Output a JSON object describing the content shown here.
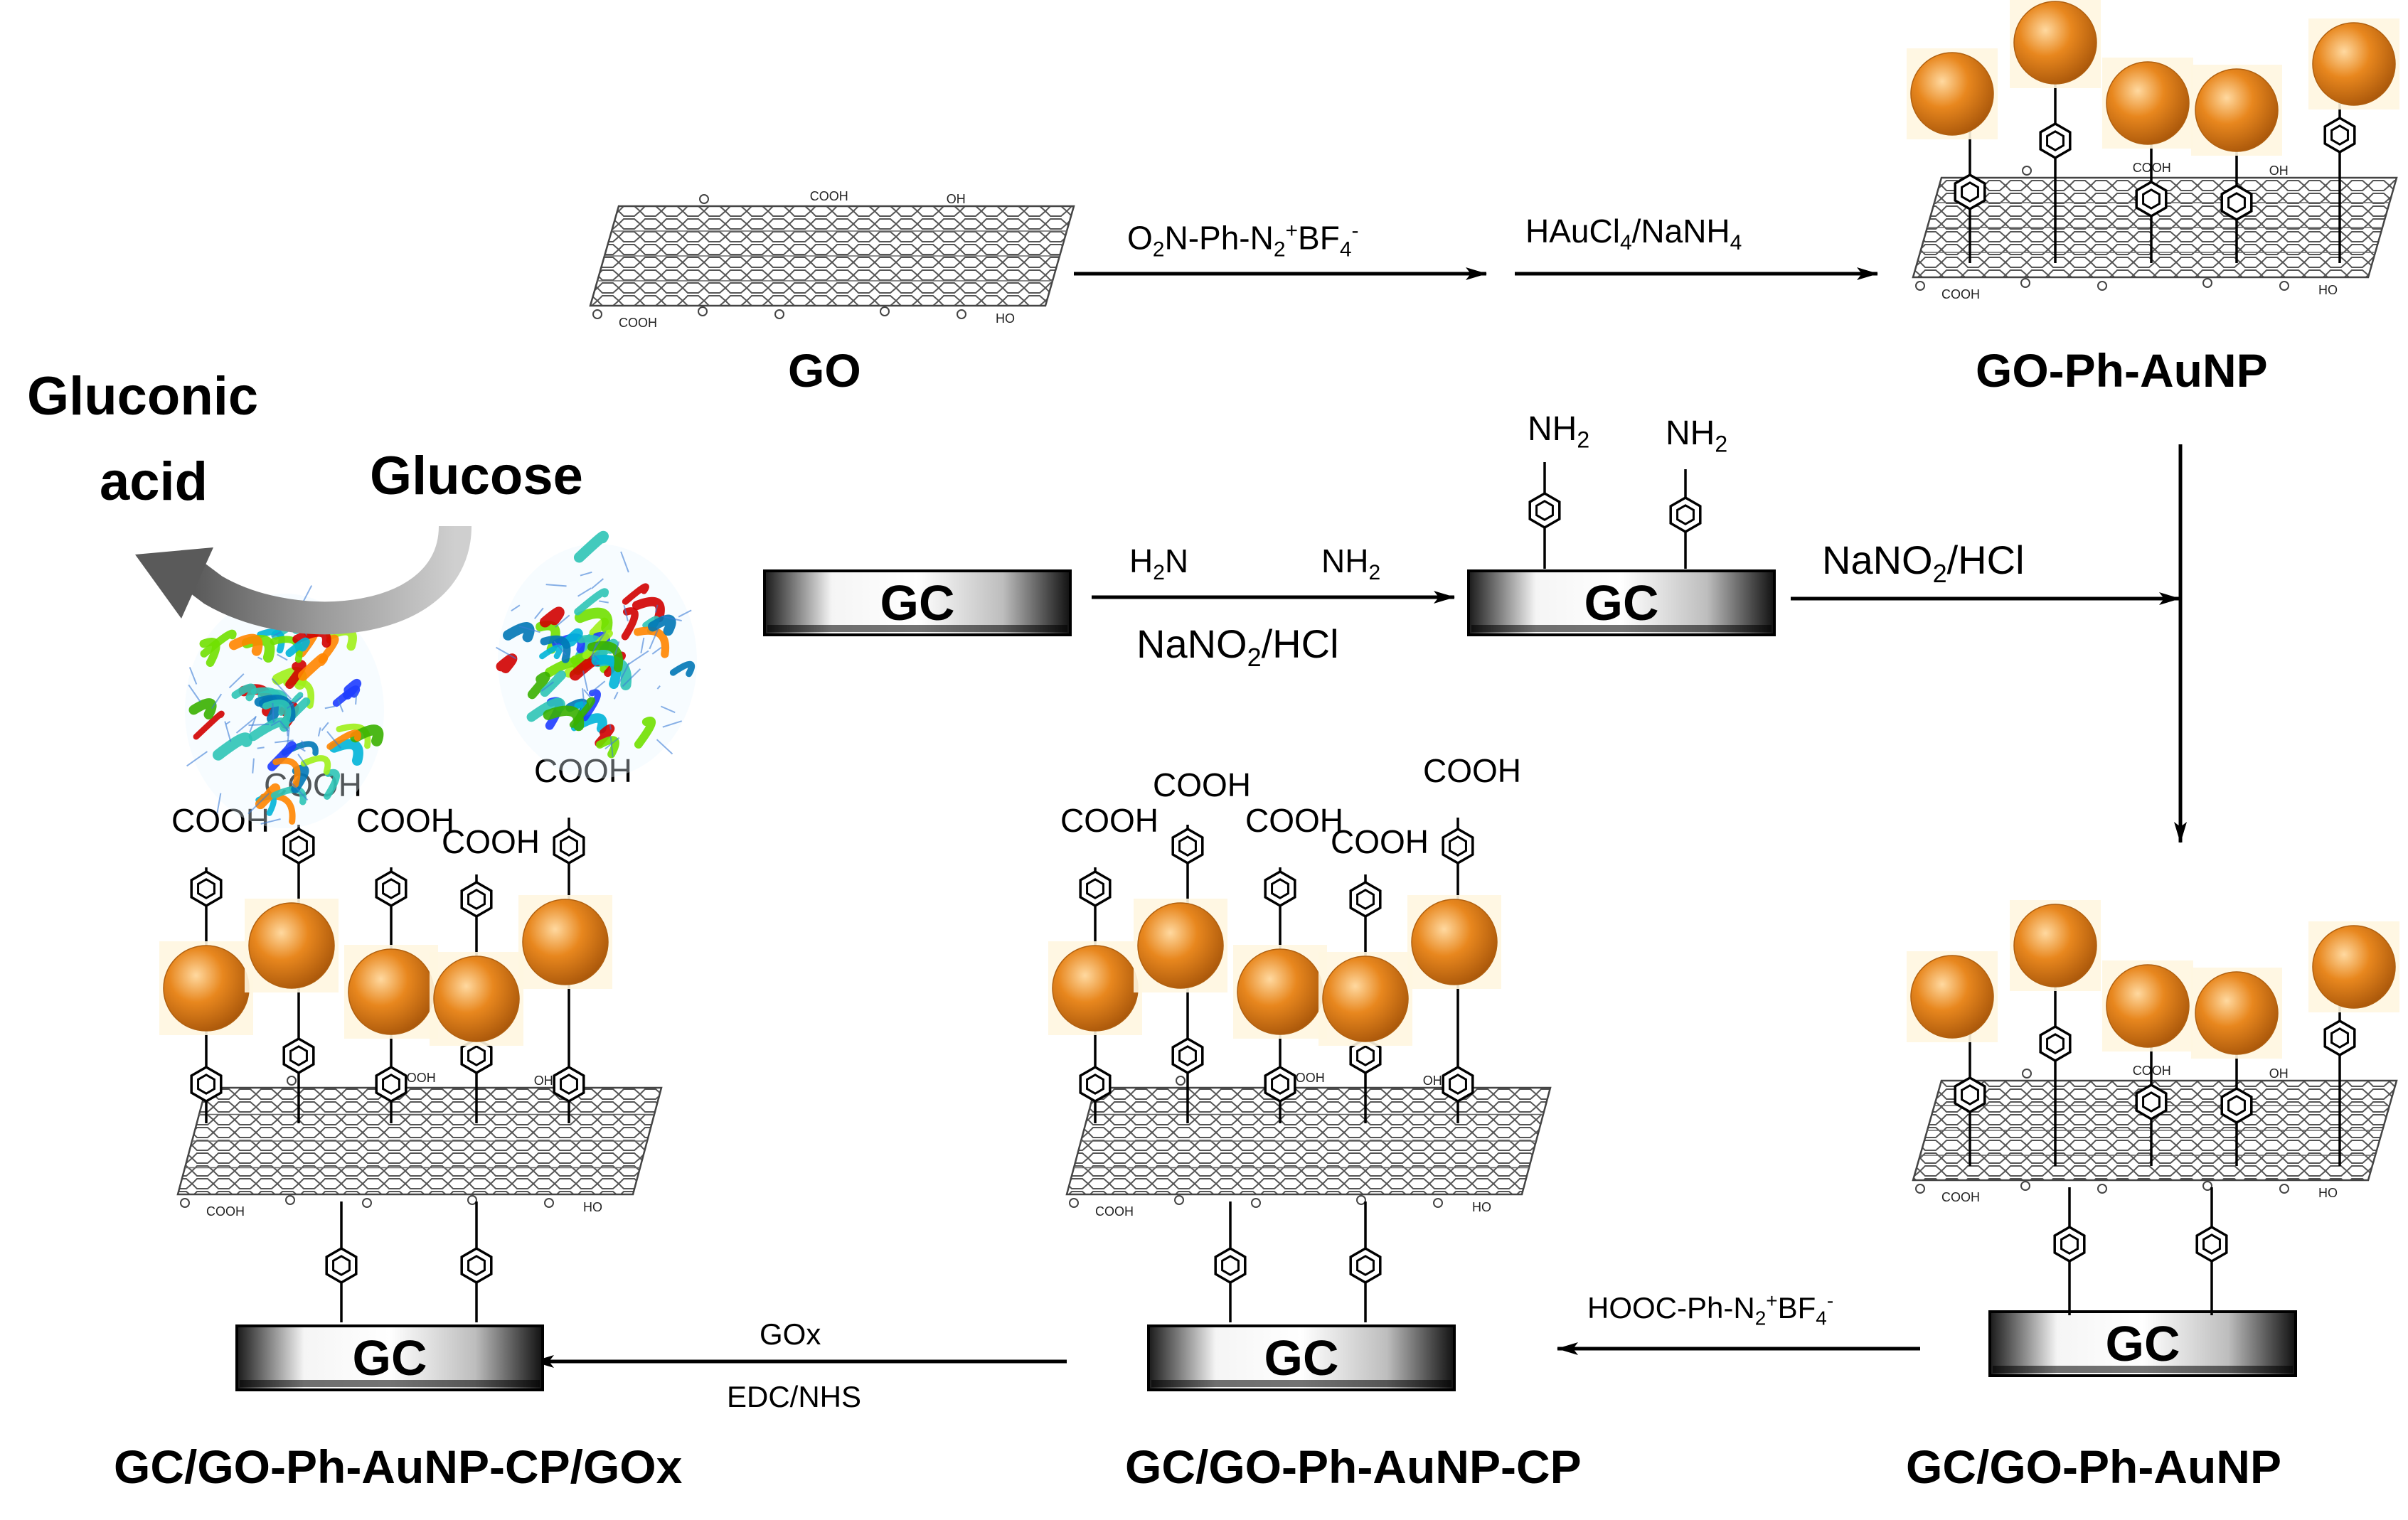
{
  "compounds": {
    "go": "GO",
    "go_ph_aunp": "GO-Ph-AuNP",
    "gc_go_ph_aunp": "GC/GO-Ph-AuNP",
    "gc_go_ph_aunp_cp": "GC/GO-Ph-AuNP-CP",
    "gc_go_ph_aunp_cp_gox": "GC/GO-Ph-AuNP-CP/GOx",
    "electrode": "GC"
  },
  "reagents": {
    "diazonium_nitro": {
      "prefix": "O",
      "sub1": "2",
      "mid": "N-Ph-N",
      "sub2": "2",
      "sup1": "+",
      "mid2": "BF",
      "sub3": "4",
      "sup2": "-"
    },
    "gold_reduction": {
      "prefix": "HAuCl",
      "sub1": "4",
      "suffix": "/NaNH",
      "sub2": "4"
    },
    "ppd_left": {
      "text": "H",
      "sub": "2",
      "tail": "N"
    },
    "ppd_right": {
      "text": "NH",
      "sub": "2"
    },
    "nitrite_lower": {
      "text": "NaNO",
      "sub": "2",
      "tail": "/HCl"
    },
    "nitrite_upper": {
      "text": "NaNO",
      "sub": "2",
      "tail": "/HCl"
    },
    "diazonium_carboxy": {
      "text": "HOOC-Ph-N",
      "sub1": "2",
      "sup1": "+",
      "mid": "BF",
      "sub2": "4",
      "sup2": "-"
    },
    "gox": "GOx",
    "edc_nhs": "EDC/NHS"
  },
  "substrates": {
    "gluconic": "Gluconic",
    "acid": "acid",
    "glucose": "Glucose"
  },
  "groups": {
    "amine": {
      "text": "NH",
      "sub": "2"
    },
    "cooh": "COOH",
    "hydroxyl": "OH",
    "hydroxyl_alt": "HO",
    "carboxyl_small": "COOH"
  },
  "colors": {
    "gold_particle": "#e8871e",
    "gold_highlight": "#ffd9a0",
    "gold_shadow": "#a8560a",
    "arrow": "#000000",
    "curved_arrow": "#7a7a7a",
    "electrode_dark": "#111111",
    "electrode_light": "#f2f2f2"
  }
}
